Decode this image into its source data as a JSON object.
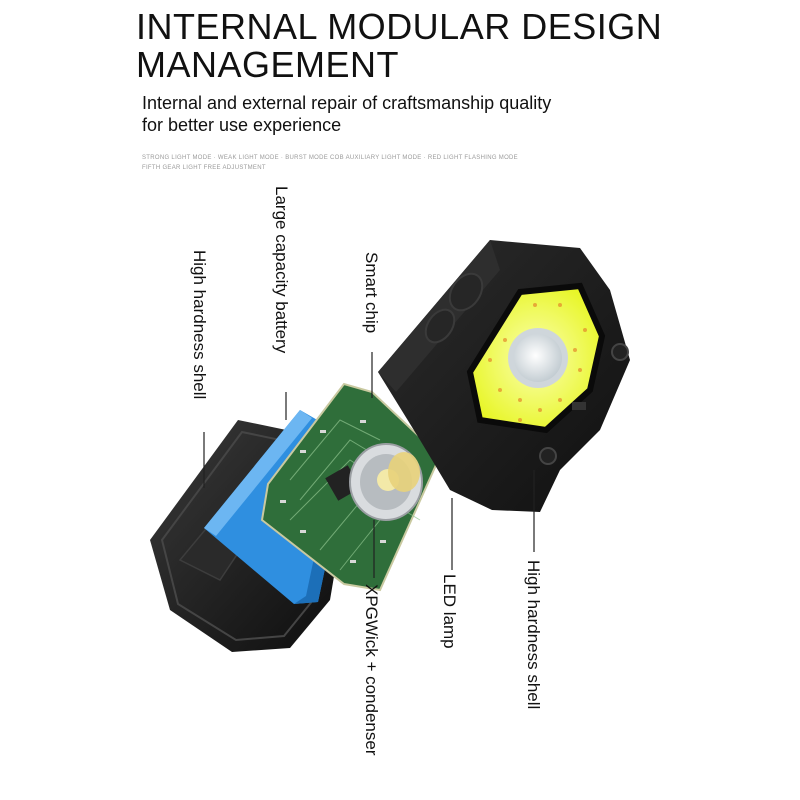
{
  "header": {
    "title_line1": "INTERNAL MODULAR DESIGN",
    "title_line2": "MANAGEMENT",
    "subtitle_line1": "Internal and external repair of craftsmanship quality",
    "subtitle_line2": "for better use experience",
    "modes_line1": "STRONG LIGHT MODE · WEAK LIGHT MODE · BURST MODE COB AUXILIARY LIGHT MODE · RED LIGHT FLASHING MODE",
    "modes_line2": "FIFTH GEAR LIGHT FREE ADJUSTMENT"
  },
  "labels": {
    "shell_back": "High hardness shell",
    "battery": "Large capacity battery",
    "chip": "Smart chip",
    "wick": "XPGWick + condenser",
    "led": "LED lamp",
    "shell_front": "High hardness shell"
  },
  "colors": {
    "shell": "#1b1b1b",
    "battery": "#2f8fe0",
    "pcb": "#2f6e3a",
    "cob": "#f0ff2a",
    "lens": "#e8eef2"
  }
}
